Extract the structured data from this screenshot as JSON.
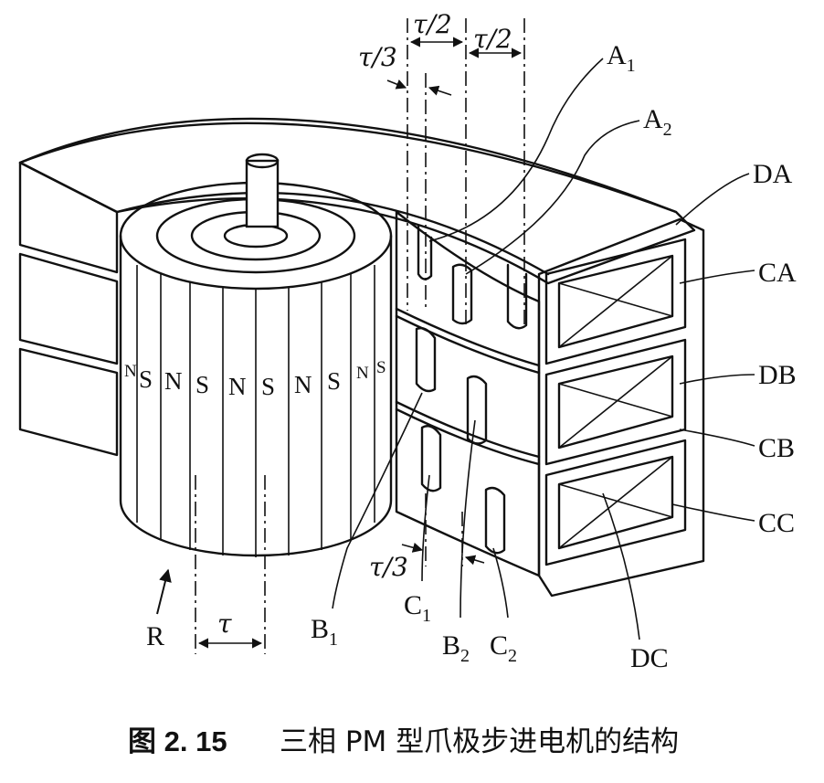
{
  "figure": {
    "caption_number": "图 2. 15",
    "caption_text": "三相 PM 型爪极步进电机的结构"
  },
  "dimensions": {
    "tau_third_top": "τ/3",
    "tau_half_1": "τ/2",
    "tau_half_2": "τ/2",
    "tau_third_bottom": "τ/3",
    "tau": "τ"
  },
  "labels": {
    "A1": "A",
    "A1_sub": "1",
    "A2": "A",
    "A2_sub": "2",
    "DA": "DA",
    "CA": "CA",
    "DB": "DB",
    "CB": "CB",
    "CC": "CC",
    "DC": "DC",
    "R": "R",
    "B1": "B",
    "B1_sub": "1",
    "C1": "C",
    "C1_sub": "1",
    "B2": "B",
    "B2_sub": "2",
    "C2": "C",
    "C2_sub": "2"
  },
  "rotor_poles": [
    "N",
    "S",
    "N",
    "S",
    "N",
    "S",
    "N",
    "S",
    "N",
    "S"
  ]
}
